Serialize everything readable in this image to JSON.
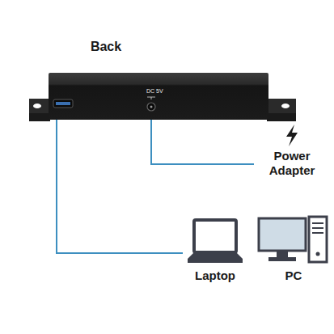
{
  "diagram": {
    "title": "Back",
    "nodes": [
      {
        "text": [
          "DC 5V"
        ]
      },
      {
        "text": [
          "Power Adapter"
        ]
      },
      {
        "text": [
          "Laptop"
        ]
      },
      {
        "text": [
          "PC"
        ]
      }
    ],
    "edges": [
      {
        "from": 0,
        "to": 1,
        "arrow": "none"
      },
      {
        "from": 0,
        "to": 2,
        "arrow": "none"
      }
    ]
  }
}
